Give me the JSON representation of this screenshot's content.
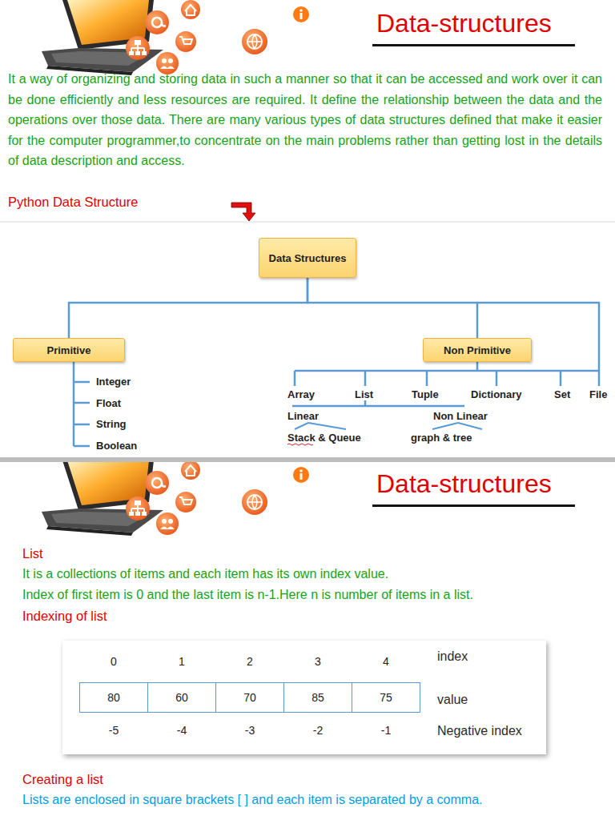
{
  "diagram": {
    "title": "Data-structures",
    "nodes": [
      {
        "text": [
          "Data Structures"
        ]
      },
      {
        "text": [
          "Primitive"
        ]
      },
      {
        "text": [
          "Non Primitive"
        ]
      },
      {
        "text": [
          "80"
        ]
      },
      {
        "text": [
          "60"
        ]
      },
      {
        "text": [
          "70"
        ]
      },
      {
        "text": [
          "85"
        ]
      },
      {
        "text": [
          "75"
        ]
      }
    ],
    "edges": [
      {
        "from": 0,
        "to": 1,
        "arrow": "none"
      },
      {
        "from": 0,
        "to": 2,
        "arrow": "none"
      }
    ],
    "labels": [
      "It a way of organizing and storing data in such a manner so that it can be accessed and work over it can be done efficiently and less resources are required. It define the relationship between the data and the operations over those data. There are many various types of data structures defined that make it easier for the computer programmer,to concentrate on the main problems rather than getting lost in the details of data description and access.",
      "Python Data Structure",
      "Integer",
      "Float",
      "String",
      "Boolean",
      "Array",
      "List",
      "Tuple",
      "Dictionary",
      "Set",
      "File",
      "Linear",
      "Non Linear",
      "Stack & Queue",
      "graph & tree",
      "Data-structures",
      "List",
      "It is a collections of items and each item has its own index value.",
      "Index of first item is 0 and the last item is n-1.Here n is number of items in a list.",
      "Indexing of list",
      "0",
      "1",
      "2",
      "3",
      "4",
      "index",
      "value",
      "-5",
      "-4",
      "-3",
      "-2",
      "-1",
      "Negative index",
      "Creating a list",
      "Lists are enclosed in square brackets [ ] and each item is separated by a comma."
    ]
  }
}
